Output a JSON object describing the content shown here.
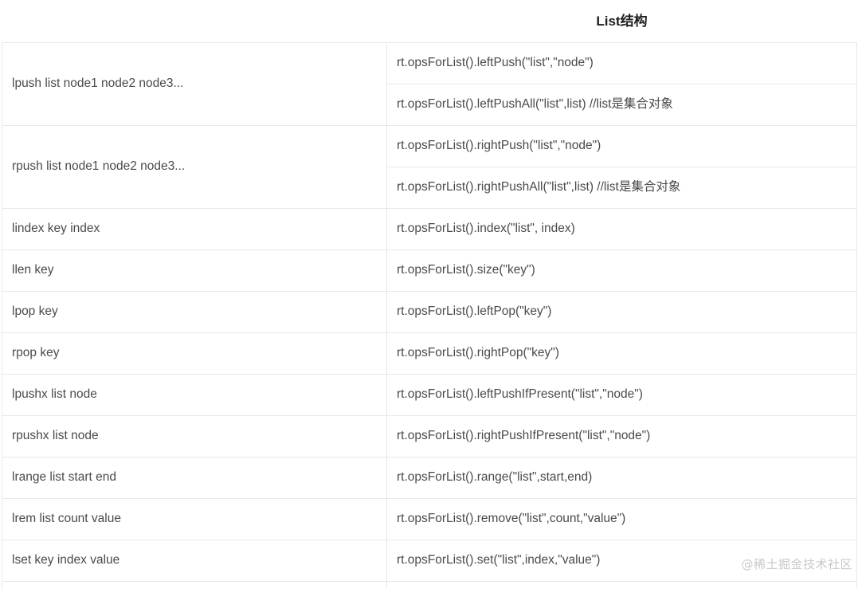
{
  "table": {
    "title": "List结构",
    "rows": [
      {
        "command": "lpush list node1 node2 node3...",
        "apis": [
          "rt.opsForList().leftPush(\"list\",\"node\")",
          "rt.opsForList().leftPushAll(\"list\",list) //list是集合对象"
        ]
      },
      {
        "command": "rpush list node1 node2 node3...",
        "apis": [
          "rt.opsForList().rightPush(\"list\",\"node\")",
          "rt.opsForList().rightPushAll(\"list\",list) //list是集合对象"
        ]
      },
      {
        "command": "lindex key index",
        "apis": [
          "rt.opsForList().index(\"list\", index)"
        ]
      },
      {
        "command": "llen key",
        "apis": [
          "rt.opsForList().size(\"key\")"
        ]
      },
      {
        "command": "lpop key",
        "apis": [
          "rt.opsForList().leftPop(\"key\")"
        ]
      },
      {
        "command": "rpop key",
        "apis": [
          "rt.opsForList().rightPop(\"key\")"
        ]
      },
      {
        "command": "lpushx list node",
        "apis": [
          "rt.opsForList().leftPushIfPresent(\"list\",\"node\")"
        ]
      },
      {
        "command": "rpushx list node",
        "apis": [
          "rt.opsForList().rightPushIfPresent(\"list\",\"node\")"
        ]
      },
      {
        "command": "lrange list start end",
        "apis": [
          "rt.opsForList().range(\"list\",start,end)"
        ]
      },
      {
        "command": "lrem list count value",
        "apis": [
          "rt.opsForList().remove(\"list\",count,\"value\")"
        ]
      },
      {
        "command": "lset key index value",
        "apis": [
          "rt.opsForList().set(\"list\",index,\"value\")"
        ]
      }
    ]
  },
  "watermark": {
    "text": "@稀土掘金技术社区"
  },
  "colors": {
    "border": "#e8e8e8",
    "text": "#4a4a4a",
    "title_text": "#1f1f1f",
    "watermark_text": "#c8c8c8",
    "background": "#ffffff"
  }
}
